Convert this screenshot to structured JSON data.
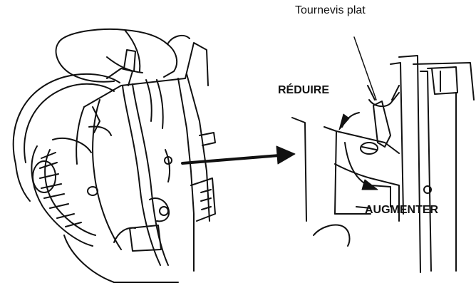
{
  "labels": {
    "screwdriver": "Tournevis plat",
    "reduce": "RÉDUIRE",
    "increase": "AUGMENTER"
  },
  "colors": {
    "ink": "#111111",
    "background": "#ffffff"
  },
  "icons": {
    "main": "chainsaw-carburetor-illustration",
    "detail": "adjustment-screw-closeup",
    "pointer": "arrow-right-icon"
  }
}
